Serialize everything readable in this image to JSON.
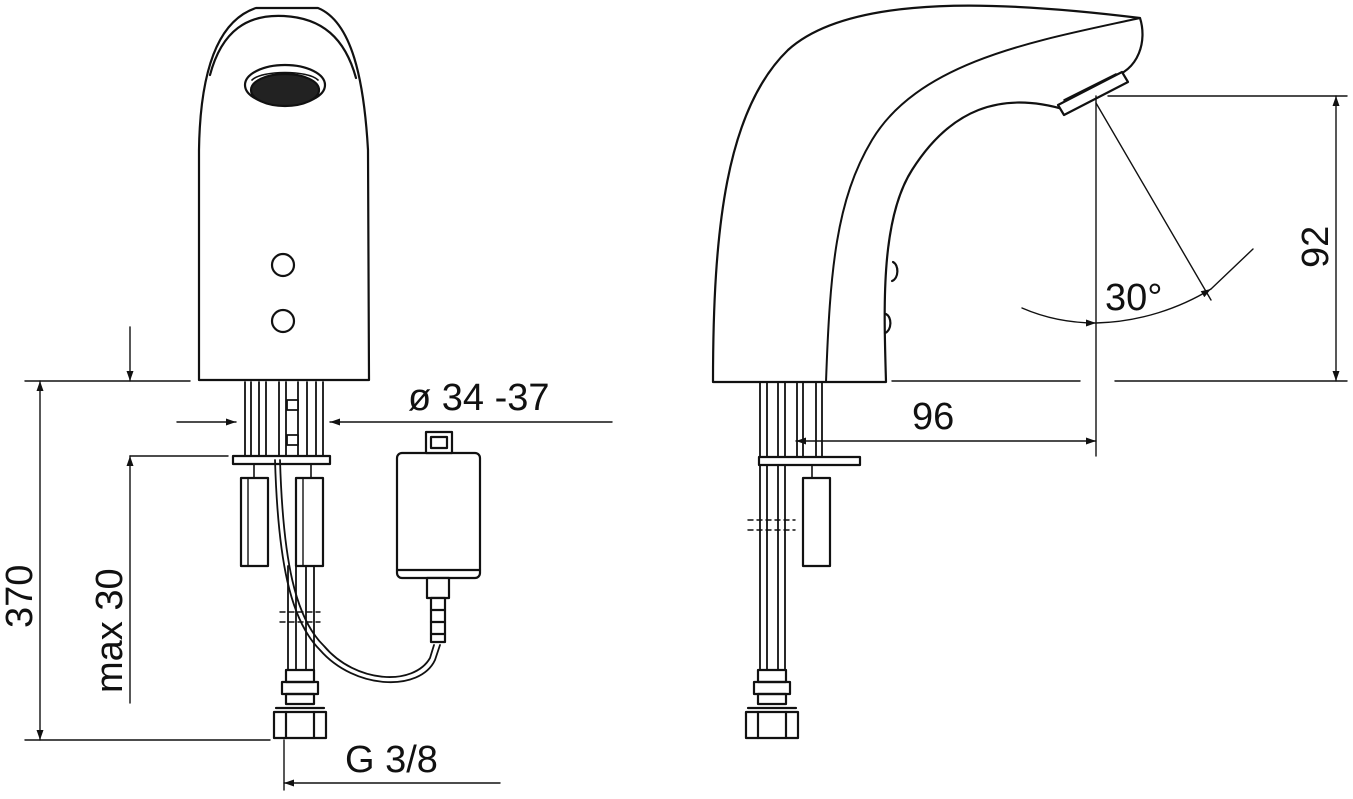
{
  "dimensions": {
    "diameter": "ø 34 -37",
    "depth": "max 30",
    "total_height": "370",
    "thread": "G 3/8",
    "spout_reach": "96",
    "spout_height": "92",
    "sensor_angle": "30°"
  },
  "colors": {
    "line": "#111111",
    "background": "#ffffff",
    "aerator_fill": "#222222"
  }
}
